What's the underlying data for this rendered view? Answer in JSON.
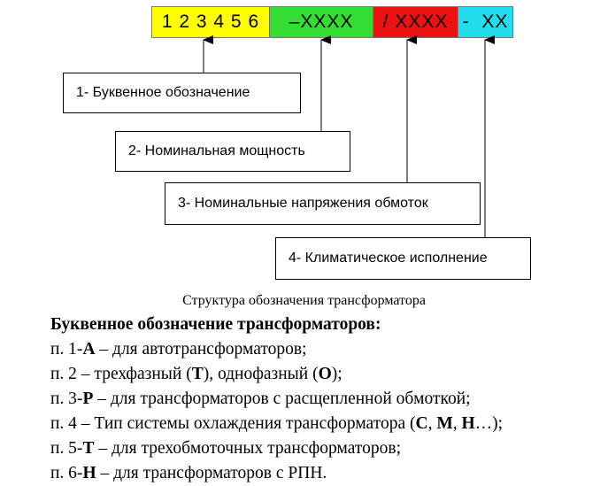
{
  "code_bar": {
    "segments": [
      {
        "text": "1 2 3 4 5 6",
        "color": "#ffff00"
      },
      {
        "text": "–XXXX",
        "color": "#33dd33"
      },
      {
        "text": "/ XXXX",
        "color": "#ee1111"
      },
      {
        "text": "-  XX",
        "color": "#22ddee"
      }
    ]
  },
  "boxes": [
    "1- Буквенное обозначение",
    "2- Номинальная мощность",
    "3- Номинальные напряжения обмоток",
    "4- Климатическое исполнение"
  ],
  "caption": "Структура обозначения трансформатора",
  "legend": {
    "title": "Буквенное обозначение трансформаторов:",
    "lines": [
      {
        "pre": "п. 1-",
        "b1": "А",
        "mid": " – для автотрансформаторов;"
      },
      {
        "pre": "п. 2 – трехфазный (",
        "b1": "Т",
        "mid": "), однофазный (",
        "b2": "О",
        "post": ");"
      },
      {
        "pre": "п. 3-",
        "b1": "Р",
        "mid": " – для трансформаторов с расщепленной обмоткой;"
      },
      {
        "pre": "п. 4 – Тип системы охлаждения трансформатора (",
        "b1": "С",
        "mid": ", ",
        "b2": "М",
        "mid2": ", ",
        "b3": "Н",
        "post": "…);"
      },
      {
        "pre": "п. 5-",
        "b1": "Т",
        "mid": " – для трехобмоточных трансформаторов;"
      },
      {
        "pre": "п. 6-",
        "b1": "Н",
        "mid": " – для трансформаторов с РПН."
      }
    ]
  }
}
